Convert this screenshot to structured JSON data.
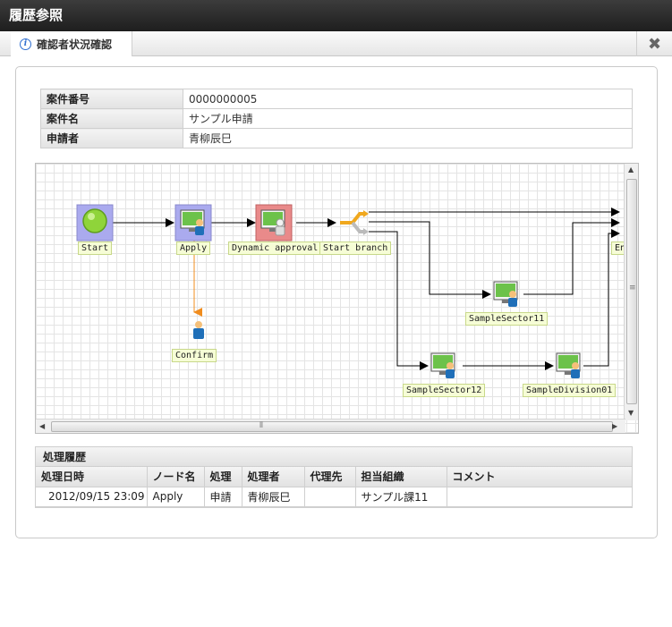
{
  "window": {
    "title": "履歴参照"
  },
  "tab": {
    "label": "確認者状況確認"
  },
  "close": {
    "label": "✖"
  },
  "info": {
    "rows": [
      {
        "label": "案件番号",
        "value": "0000000005"
      },
      {
        "label": "案件名",
        "value": "サンプル申請"
      },
      {
        "label": "申請者",
        "value": "青柳辰巳"
      }
    ]
  },
  "flow": {
    "nodes": [
      {
        "label": "Start",
        "type": "start"
      },
      {
        "label": "Apply",
        "type": "user-task"
      },
      {
        "label": "Confirm",
        "type": "confirm"
      },
      {
        "label": "Dynamic approval",
        "type": "dynamic-task"
      },
      {
        "label": "Start branch",
        "type": "branch"
      },
      {
        "label": "SampleSector11",
        "type": "user-task"
      },
      {
        "label": "SampleSector12",
        "type": "user-task"
      },
      {
        "label": "SampleDivision01",
        "type": "user-task"
      },
      {
        "label": "En",
        "type": "end"
      }
    ],
    "colors": {
      "edge": "#000000",
      "confirm_edge": "#f08c1e",
      "start": "#8fd43a",
      "task_bg": "#aaaaee",
      "dynamic_bg": "#e98a8a",
      "label_bg": "#f6fdd6"
    }
  },
  "history": {
    "title": "処理履歴",
    "columns": [
      "処理日時",
      "ノード名",
      "処理",
      "処理者",
      "代理先",
      "担当組織",
      "コメント"
    ],
    "rows": [
      [
        "2012/09/15 23:09",
        "Apply",
        "申請",
        "青柳辰巳",
        "",
        "サンプル課11",
        ""
      ]
    ]
  }
}
